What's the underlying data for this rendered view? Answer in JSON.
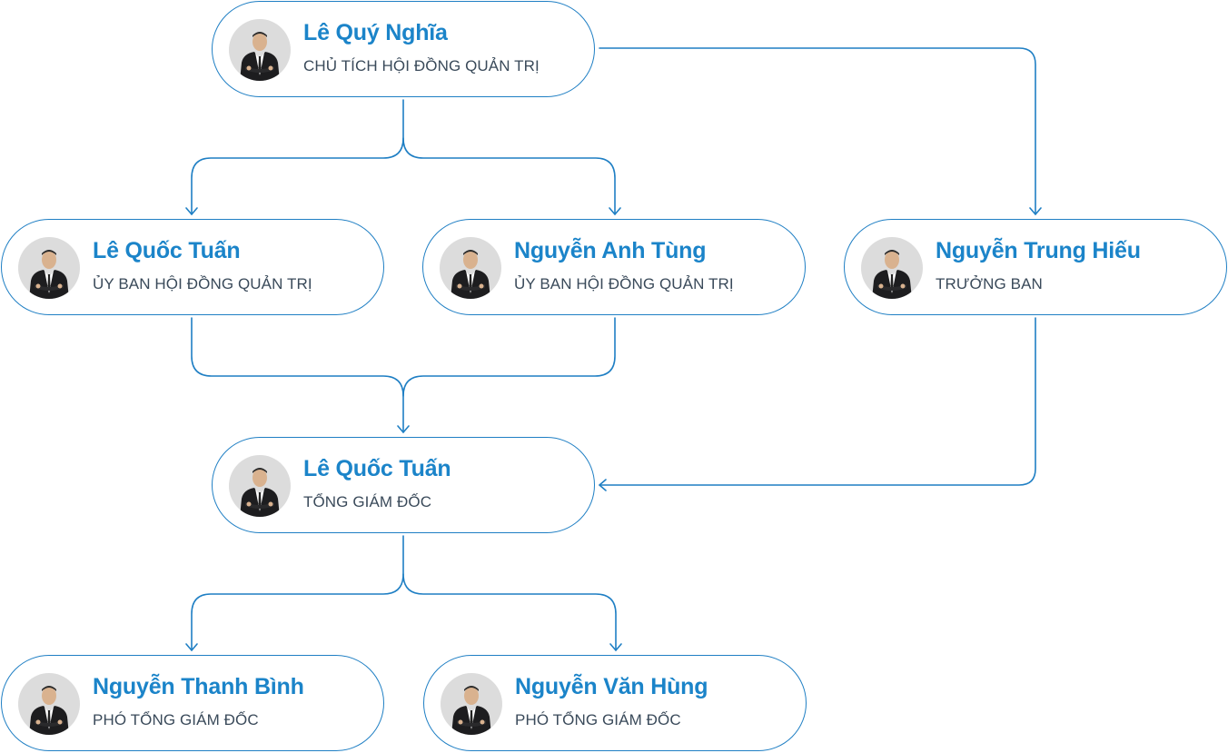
{
  "nodes": {
    "chairman": {
      "name": "Lê Quý Nghĩa",
      "role": "CHỦ TÍCH HỘI ĐỒNG QUẢN TRỊ"
    },
    "member_1": {
      "name": "Lê Quốc Tuấn",
      "role": "ỦY BAN HỘI ĐỒNG QUẢN TRỊ"
    },
    "member_2": {
      "name": "Nguyễn Anh Tùng",
      "role": "ỦY BAN HỘI ĐỒNG QUẢN TRỊ"
    },
    "head": {
      "name": "Nguyễn Trung Hiếu",
      "role": "TRƯỞNG BAN"
    },
    "ceo": {
      "name": "Lê Quốc Tuấn",
      "role": "TỔNG GIÁM ĐỐC"
    },
    "deputy_1": {
      "name": "Nguyễn Thanh Bình",
      "role": "PHÓ TỔNG GIÁM ĐỐC"
    },
    "deputy_2": {
      "name": "Nguyễn Văn Hùng",
      "role": "PHÓ TỔNG GIÁM ĐỐC"
    }
  },
  "edges": [
    {
      "from": "chairman",
      "to": "member_1"
    },
    {
      "from": "chairman",
      "to": "member_2"
    },
    {
      "from": "chairman",
      "to": "head"
    },
    {
      "from": "member_1",
      "to": "ceo"
    },
    {
      "from": "member_2",
      "to": "ceo"
    },
    {
      "from": "head",
      "to": "ceo"
    },
    {
      "from": "ceo",
      "to": "deputy_1"
    },
    {
      "from": "ceo",
      "to": "deputy_2"
    }
  ],
  "colors": {
    "accent": "#1b84c9",
    "border": "#1f7fc4",
    "role_text": "#3a4a5a",
    "avatar_bg": "#dcdcdc"
  },
  "icons": {
    "avatar": "person-portrait-icon",
    "arrow": "arrowhead-icon"
  }
}
